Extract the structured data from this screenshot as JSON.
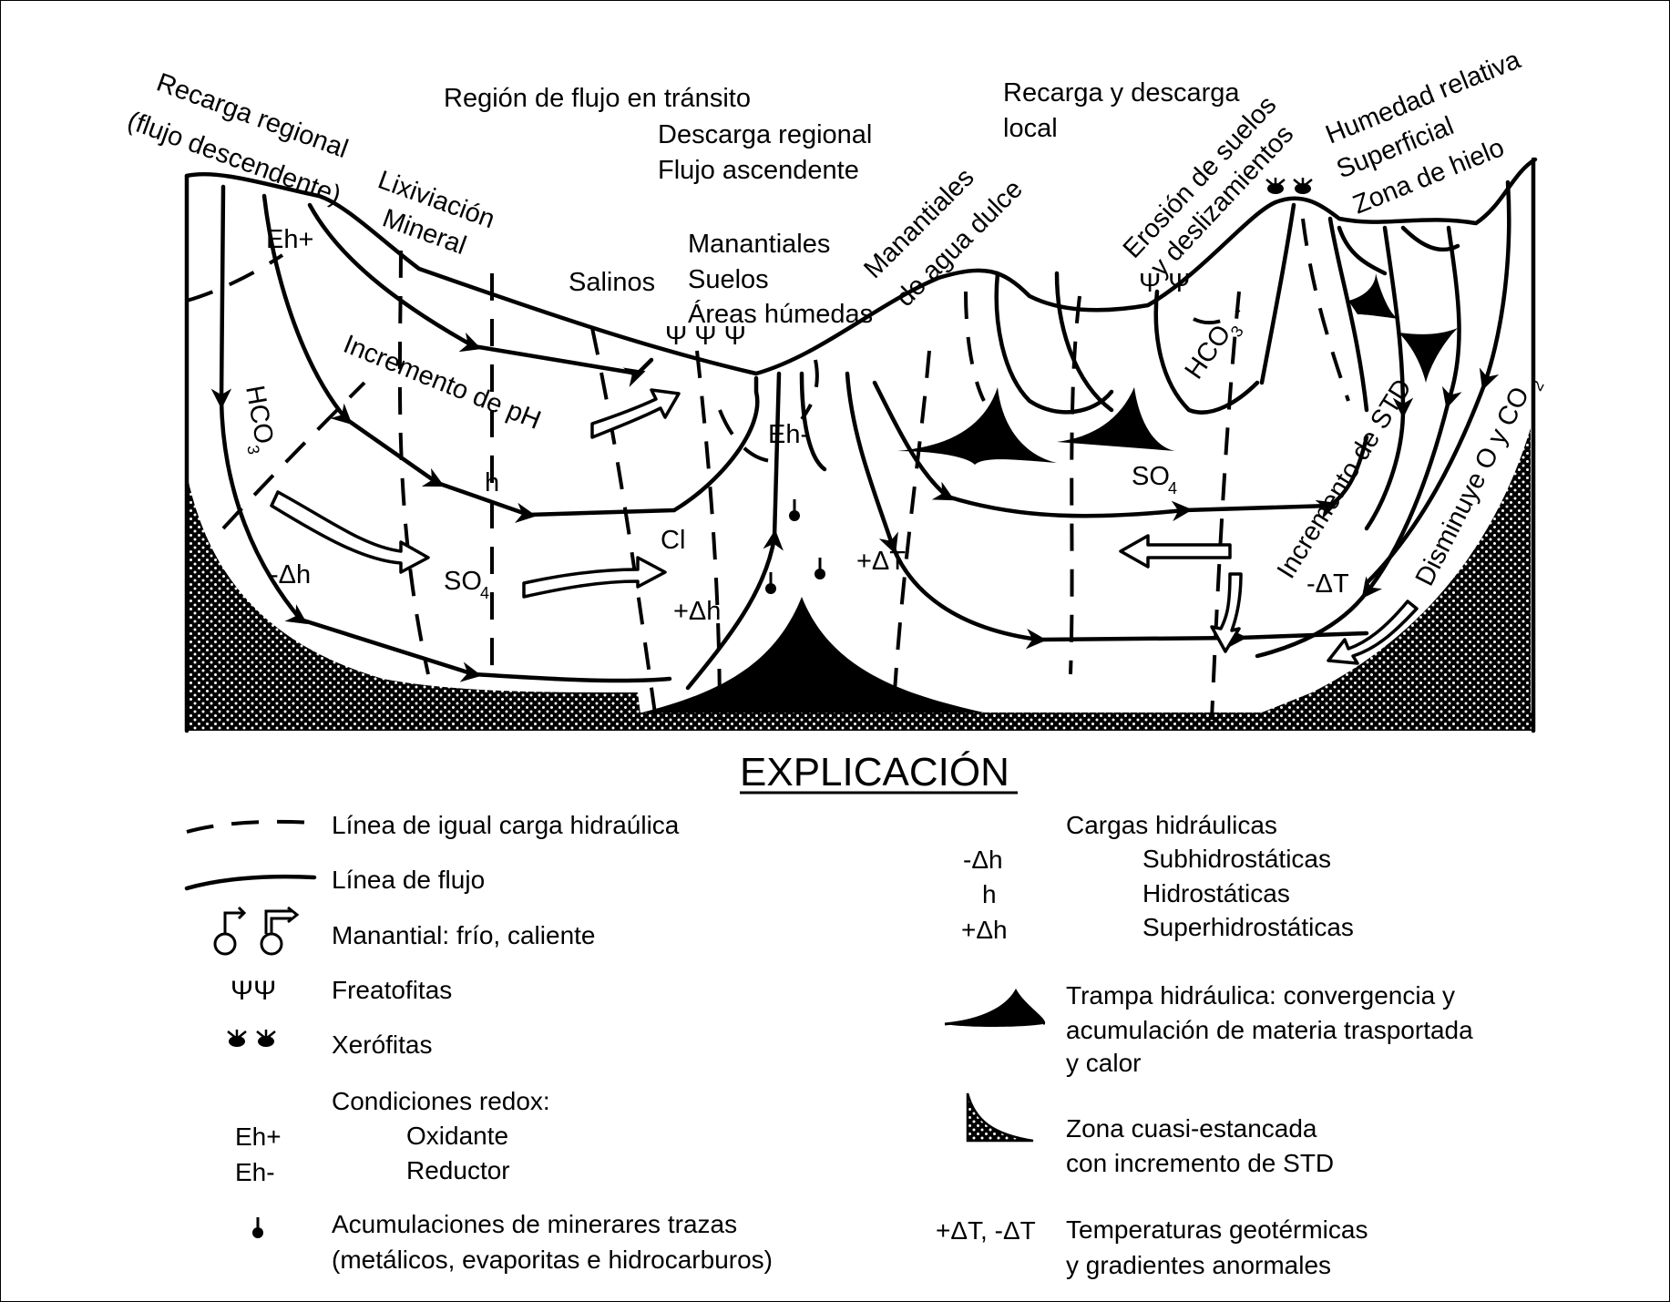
{
  "diagram": {
    "labels": {
      "recharge_regional": "Recarga regional",
      "recharge_regional_sub": "(flujo descendente)",
      "lixiviacion": "Lixiviación",
      "mineral": "Mineral",
      "region_flujo_transito": "Región de flujo en tránsito",
      "descarga_regional": "Descarga regional",
      "flujo_ascendente": "Flujo ascendente",
      "salinos": "Salinos",
      "manantiales": "Manantiales",
      "suelos": "Suelos",
      "areas_humedas": "Áreas húmedas",
      "manantiales_agua_dulce_1": "Manantiales",
      "manantiales_agua_dulce_2": "de agua dulce",
      "recarga_descarga_local_1": "Recarga y descarga",
      "recarga_descarga_local_2": "local",
      "erosion_1": "Erosión de suelos",
      "erosion_2": "y deslizamientos",
      "humedad_relativa": "Humedad relativa",
      "superficial": "Superficial",
      "zona_de_hielo": "Zona de hielo",
      "eh_plus": "Eh+",
      "eh_minus": "Eh-",
      "hco3_left": "HCO",
      "hco3_left_sub": "3",
      "hco3_right": "HCO",
      "hco3_right_sub": "3",
      "incremento_ph": "Incremento de pH",
      "h": "h",
      "minus_dh": "-Δh",
      "so4_left": "SO",
      "so4_left_sub": "4",
      "so4_right": "SO",
      "so4_right_sub": "4",
      "cl": "Cl",
      "plus_dh": "+Δh",
      "plus_dt": "+ΔT",
      "minus_dt": "-ΔT",
      "incremento_std": "Incremento de STD",
      "disminuye_o_co2": "Disminuye O y CO",
      "disminuye_sub": "2",
      "psi_group": "Ψ Ψ Ψ",
      "psi_right": "Ψ  Ψ"
    }
  },
  "legend": {
    "title": "EXPLICACIÓN",
    "left": {
      "equal_head_line": "Línea de igual carga hidraúlica",
      "flow_line": "Línea de flujo",
      "spring": "Manantial: frío, caliente",
      "phreatophytes_symbol": "ΨΨ",
      "phreatophytes": "Freatofitas",
      "xerophytes": "Xerófitas",
      "redox_title": "Condiciones redox:",
      "eh_plus": "Eh+",
      "oxidizing": "Oxidante",
      "eh_minus": "Eh-",
      "reducing": "Reductor",
      "trace_minerals_1": "Acumulaciones de minerares trazas",
      "trace_minerals_2": "(metálicos, evaporitas e hidrocarburos)"
    },
    "right": {
      "heads_title": "Cargas hidráulicas",
      "minus_dh": "-Δh",
      "subhydrostatic": "Subhidrostáticas",
      "h": "h",
      "hydrostatic": "Hidrostáticas",
      "plus_dh": "+Δh",
      "superhydrostatic": "Superhidrostáticas",
      "trap_1": "Trampa hidráulica: convergencia y",
      "trap_2": "acumulación de materia trasportada",
      "trap_3": "y calor",
      "stagnant_1": "Zona cuasi-estancada",
      "stagnant_2": "con incremento de STD",
      "temps_symbol": "+ΔT, -ΔT",
      "temps_1": "Temperaturas geotérmicas",
      "temps_2": "y gradientes anormales"
    }
  }
}
